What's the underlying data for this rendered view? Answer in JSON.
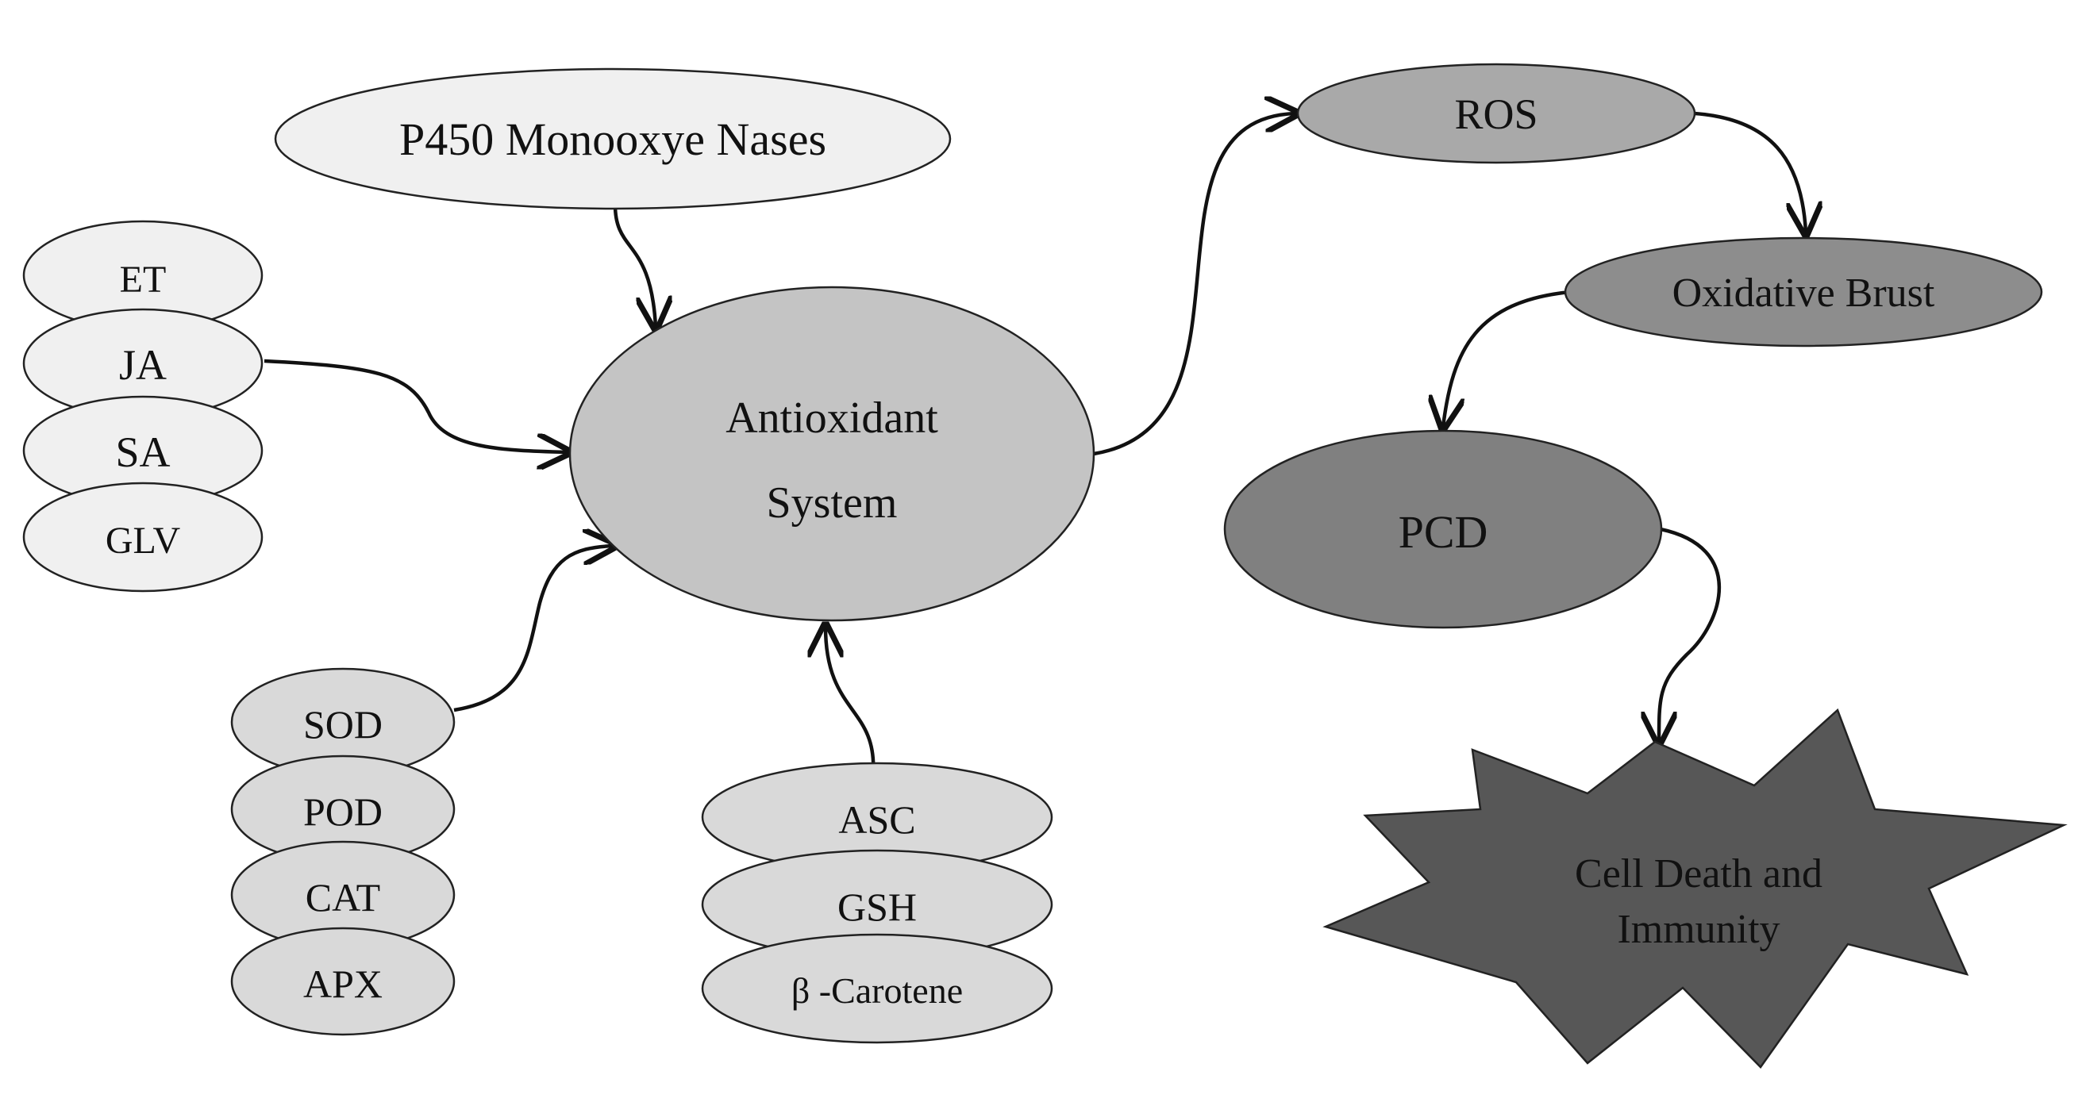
{
  "colors": {
    "fill_very_light": "#f0f0f0",
    "fill_light": "#d9d9d9",
    "fill_medium": "#c4c4c4",
    "fill_ros": "#a9a9a9",
    "fill_oxidative": "#8d8d8d",
    "fill_pcd": "#808080",
    "fill_burst": "#575757",
    "outline": "#222222",
    "arrow": "#111111"
  },
  "nodes": {
    "p450": "P450 Monooxye Nases",
    "hormones": [
      "ET",
      "JA",
      "SA",
      "GLV"
    ],
    "antioxidant_system": [
      "Antioxidant",
      "System"
    ],
    "enzymes": [
      "SOD",
      "POD",
      "CAT",
      "APX"
    ],
    "non_enzymatic": [
      "ASC",
      "GSH",
      "β -Carotene"
    ],
    "ros": "ROS",
    "oxidative_brust": "Oxidative Brust",
    "pcd": "PCD",
    "cell_death": [
      "Cell Death and",
      "Immunity"
    ]
  }
}
